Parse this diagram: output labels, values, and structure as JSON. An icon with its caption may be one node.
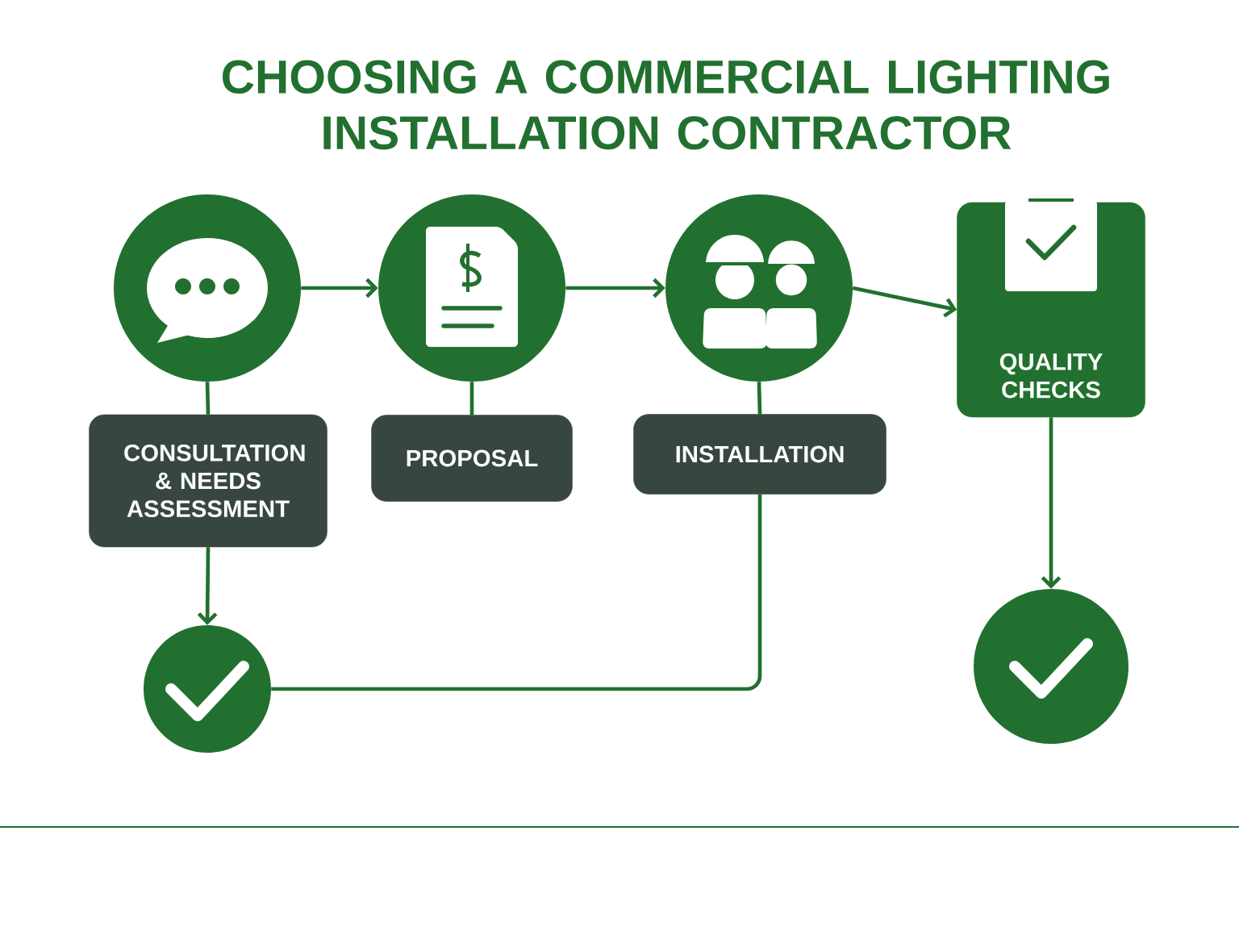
{
  "diagram": {
    "title": "CHOOSING A COMMERCIAL LIGHTING INSTALLATION CONTRACTOR",
    "nodes": [
      {
        "text": [],
        "shape": "circle"
      },
      {
        "text": [
          "CONSULTATION & NEEDS ASSESSMENT"
        ]
      },
      {
        "text": [],
        "shape": "circle"
      },
      {
        "text": [
          "PROPOSAL"
        ]
      },
      {
        "text": [],
        "shape": "circle"
      },
      {
        "text": [
          "INSTALLATION"
        ]
      },
      {
        "text": [
          "QUALITY CHECKS"
        ]
      },
      {
        "text": [],
        "shape": "circle"
      },
      {
        "text": [],
        "shape": "circle"
      }
    ],
    "edges": [
      {
        "from": 0,
        "to": 2,
        "arrow": "to"
      },
      {
        "from": 2,
        "to": 4,
        "arrow": "to"
      },
      {
        "from": 4,
        "to": 6,
        "arrow": "to"
      },
      {
        "from": 0,
        "to": 1,
        "arrow": "none"
      },
      {
        "from": 2,
        "to": 3,
        "arrow": "none"
      },
      {
        "from": 4,
        "to": 5,
        "arrow": "none"
      },
      {
        "from": 1,
        "to": 7,
        "arrow": "to"
      },
      {
        "from": 5,
        "to": 7,
        "arrow": "none"
      },
      {
        "from": 6,
        "to": 8,
        "arrow": "to"
      }
    ]
  }
}
